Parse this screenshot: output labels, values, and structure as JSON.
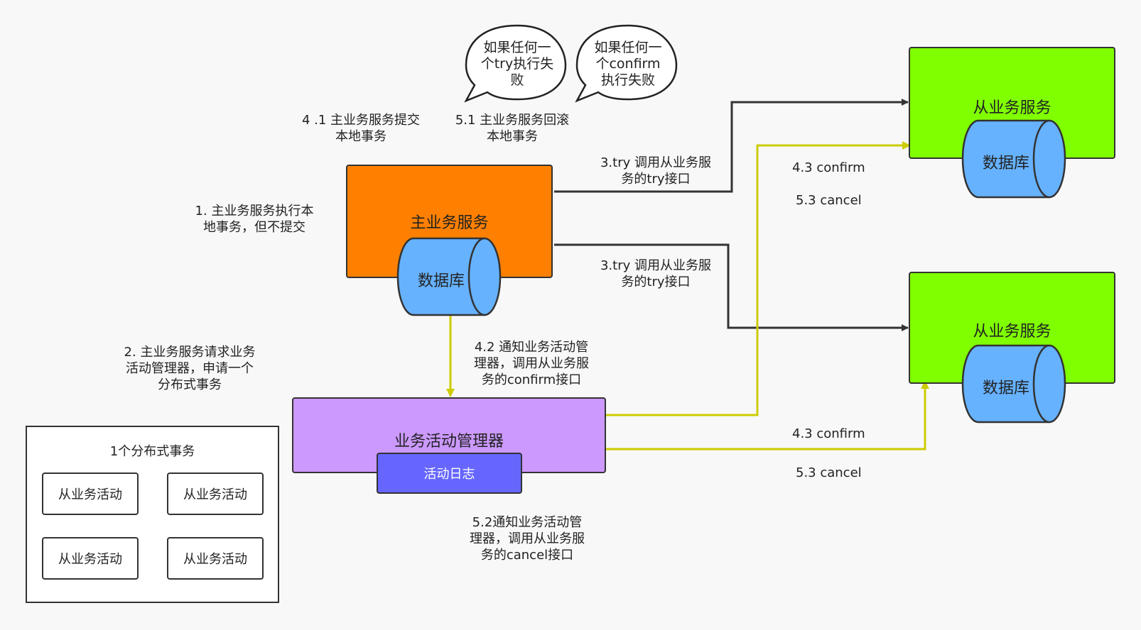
{
  "main_service": {
    "title": "主业务服务",
    "db": "数据库",
    "fill": "#ff8000"
  },
  "slave_services": [
    {
      "title": "从业务服务",
      "db": "数据库"
    },
    {
      "title": "从业务服务",
      "db": "数据库"
    }
  ],
  "manager": {
    "title": "业务活动管理器",
    "log": "活动日志",
    "fill": "#cc99ff"
  },
  "colors": {
    "slave_fill": "#80ff00",
    "db_fill": "#66b2ff",
    "black_arrow": "#333333",
    "yellow_arrow": "#cccc00"
  },
  "bubbles": [
    {
      "lines": [
        "如果任何一",
        "个try执行失",
        "败"
      ]
    },
    {
      "lines": [
        "如果任何一",
        "个confirm",
        "执行失败"
      ]
    }
  ],
  "notes": {
    "n41": [
      "4 .1 主业务服务提交",
      "本地事务"
    ],
    "n51": [
      "5.1 主业务服务回滚",
      "本地事务"
    ],
    "n1": [
      "1. 主业务服务执行本",
      "地事务，但不提交"
    ],
    "n2": [
      "2. 主业务服务请求业务",
      "活动管理器，申请一个",
      "分布式事务"
    ],
    "n3a": [
      "3.try 调用从业务服",
      "务的try接口"
    ],
    "n3b": [
      "3.try 调用从业务服",
      "务的try接口"
    ],
    "n42": [
      "4.2 通知业务活动管",
      "理器，调用从业务服",
      "务的confirm接口"
    ],
    "n52": [
      "5.2通知业务活动管",
      "理器，调用从业务服",
      "务的cancel接口"
    ],
    "confirm_top": "4.3 confirm",
    "cancel_top": "5.3 cancel",
    "confirm_bottom": "4.3 confirm",
    "cancel_bottom": "5.3 cancel"
  },
  "legend": {
    "title": "1个分布式事务",
    "activities": [
      "从业务活动",
      "从业务活动",
      "从业务活动",
      "从业务活动"
    ]
  }
}
